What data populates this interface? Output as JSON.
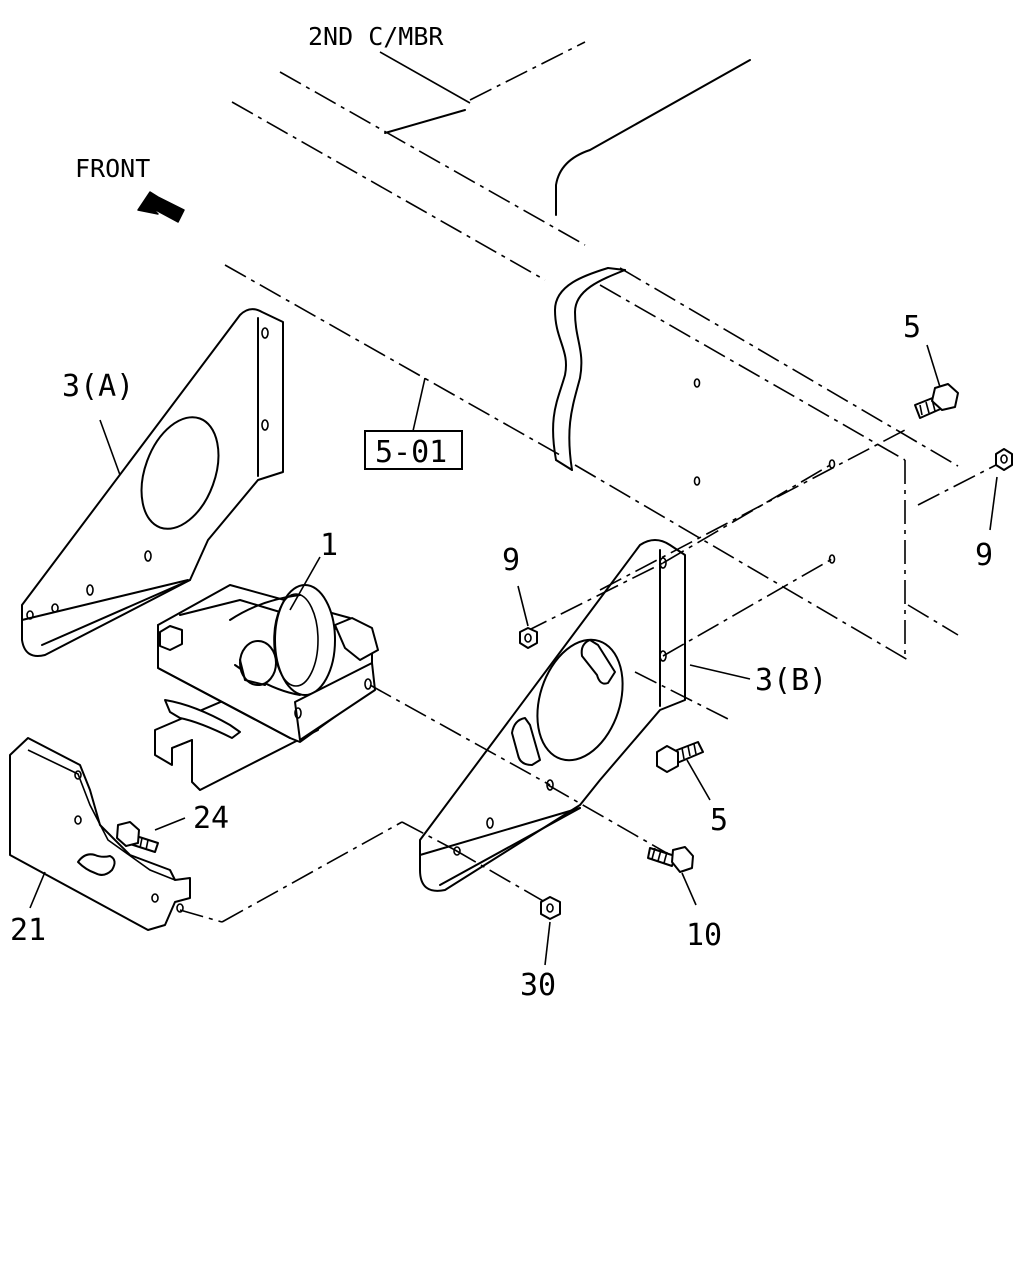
{
  "labels": {
    "crossmember": "2ND C/MBR",
    "front": "FRONT",
    "ref_box": "5-01",
    "part_1": "1",
    "part_3a": "3(A)",
    "part_3b": "3(B)",
    "part_5_top": "5",
    "part_5_mid": "5",
    "part_9_left": "9",
    "part_9_right": "9",
    "part_10": "10",
    "part_21": "21",
    "part_24": "24",
    "part_30": "30"
  },
  "icons": {
    "front_arrow": "arrow-up-left-icon"
  }
}
